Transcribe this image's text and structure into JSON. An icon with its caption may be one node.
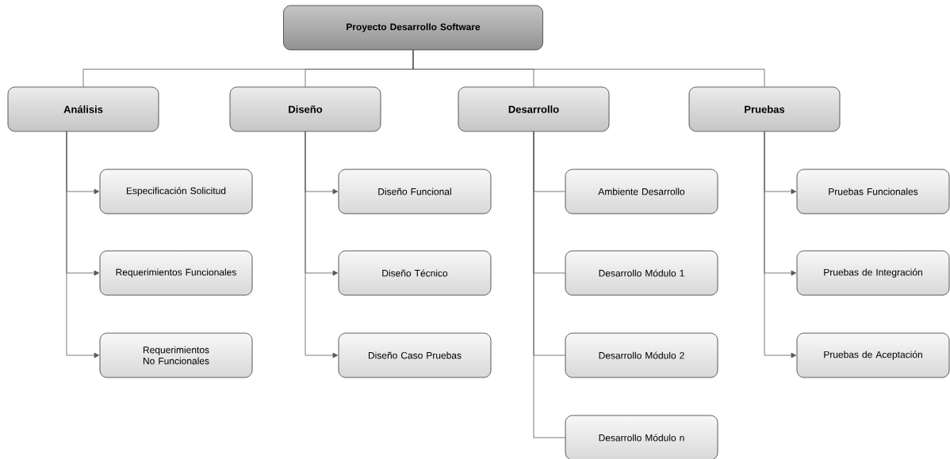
{
  "diagram": {
    "nodes": [
      {
        "text": [
          "Proyecto Desarrollo Software"
        ]
      },
      {
        "text": [
          "Análisis"
        ]
      },
      {
        "text": [
          "Diseño"
        ]
      },
      {
        "text": [
          "Desarrollo"
        ]
      },
      {
        "text": [
          "Pruebas"
        ]
      },
      {
        "text": [
          "Especificación Solicitud"
        ]
      },
      {
        "text": [
          "Requerimientos Funcionales"
        ]
      },
      {
        "text": [
          "Requerimientos No Funcionales"
        ]
      },
      {
        "text": [
          "Diseño Funcional"
        ]
      },
      {
        "text": [
          "Diseño Técnico"
        ]
      },
      {
        "text": [
          "Diseño Caso Pruebas"
        ]
      },
      {
        "text": [
          "Ambiente Desarrollo"
        ]
      },
      {
        "text": [
          "Desarrollo Módulo 1"
        ]
      },
      {
        "text": [
          "Desarrollo Módulo 2"
        ]
      },
      {
        "text": [
          "Desarrollo Módulo n"
        ]
      },
      {
        "text": [
          "Pruebas Funcionales"
        ]
      },
      {
        "text": [
          "Pruebas de Integración"
        ]
      },
      {
        "text": [
          "Pruebas de Aceptación"
        ]
      }
    ],
    "edges": [
      {
        "from": 0,
        "to": 1,
        "arrow": "none"
      },
      {
        "from": 0,
        "to": 2,
        "arrow": "none"
      },
      {
        "from": 0,
        "to": 3,
        "arrow": "none"
      },
      {
        "from": 0,
        "to": 4,
        "arrow": "none"
      },
      {
        "from": 1,
        "to": 5,
        "arrow": "to"
      },
      {
        "from": 1,
        "to": 6,
        "arrow": "to"
      },
      {
        "from": 1,
        "to": 7,
        "arrow": "to"
      },
      {
        "from": 2,
        "to": 8,
        "arrow": "to"
      },
      {
        "from": 2,
        "to": 9,
        "arrow": "to"
      },
      {
        "from": 2,
        "to": 10,
        "arrow": "to"
      },
      {
        "from": 3,
        "to": 11,
        "arrow": "none"
      },
      {
        "from": 3,
        "to": 12,
        "arrow": "none"
      },
      {
        "from": 3,
        "to": 13,
        "arrow": "none"
      },
      {
        "from": 3,
        "to": 14,
        "arrow": "none"
      },
      {
        "from": 4,
        "to": 15,
        "arrow": "to"
      },
      {
        "from": 4,
        "to": 16,
        "arrow": "to"
      },
      {
        "from": 4,
        "to": 17,
        "arrow": "to"
      }
    ]
  }
}
